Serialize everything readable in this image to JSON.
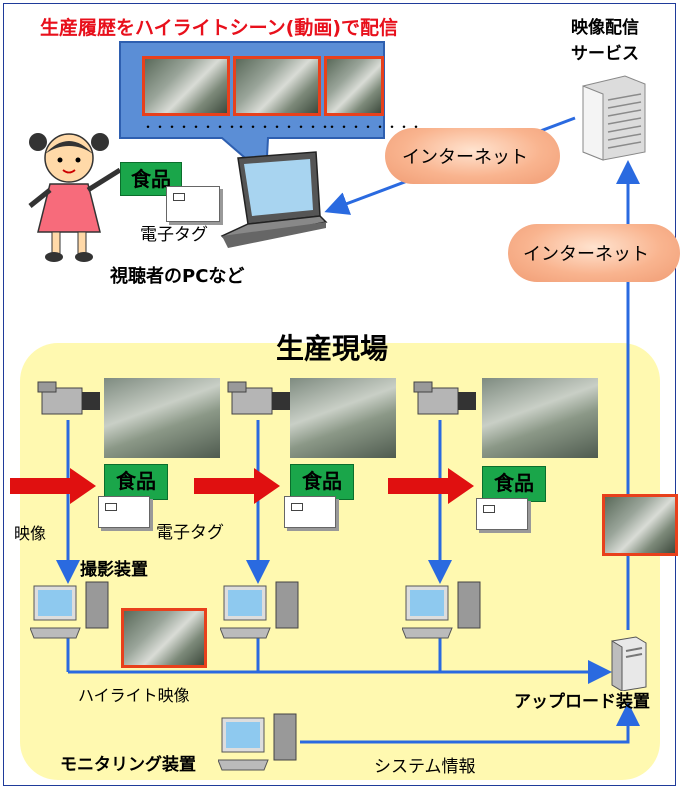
{
  "headline": "生産履歴をハイライトシーン(動画)で配信",
  "video_service_line1": "映像配信",
  "video_service_line2": "サービス",
  "internet_label_1": "インターネット",
  "internet_label_2": "インターネット",
  "viewer_pc_label": "視聴者のPCなど",
  "food_label": "食品",
  "rfid_tag_label": "電子タグ",
  "thumbnail_dots": [
    "・・・・・・・・",
    "・・・・・・・・",
    "・・・・・・・・"
  ],
  "production_site_title": "生産現場",
  "video_label": "映像",
  "camera_device_label": "撮影装置",
  "highlight_video_label": "ハイライト映像",
  "upload_device_label": "アップロード装置",
  "monitoring_device_label": "モニタリング装置",
  "system_info_label": "システム情報",
  "colors": {
    "headline": "#e8101c",
    "production_area": "#fff9b0",
    "arrow_blue": "#2a6ae0",
    "arrow_red": "#e01010",
    "food_green": "#1aa64a",
    "photo_border": "#e8401c",
    "callout_blue": "#5b8ed6"
  },
  "icons": [
    "girl-icon",
    "laptop-icon",
    "office-building-icon",
    "video-camera-icon",
    "desktop-pc-icon",
    "server-icon",
    "cloud-icon",
    "rfid-tag-icon"
  ]
}
